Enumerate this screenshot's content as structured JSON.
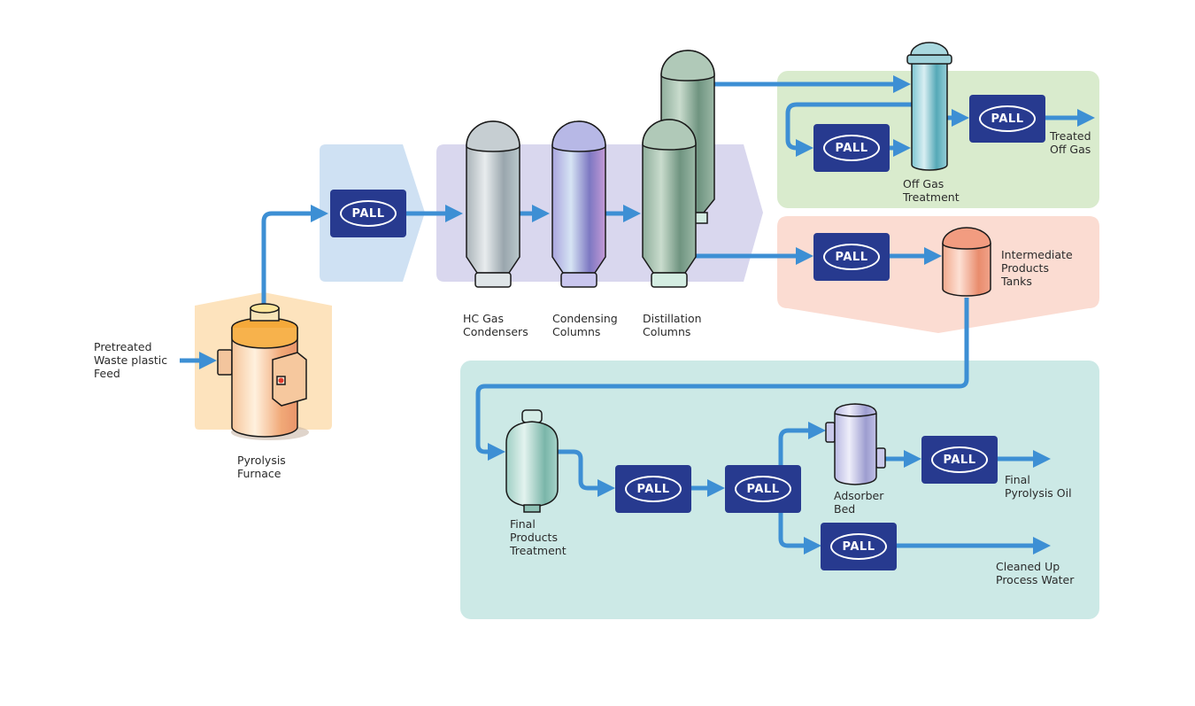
{
  "diagram": {
    "title": "Pall filtration in plastic pyrolysis process",
    "colors": {
      "flow_arrow": "#3d8fd4",
      "pall_box": "#273a8f",
      "zone_feed": "#fde3bd",
      "zone_filter": "#cfe1f3",
      "zone_columns": "#d9d7ee",
      "zone_offgas": "#d9ebcd",
      "zone_intermediate": "#fbdcd2",
      "zone_final": "#cce9e6"
    },
    "pall_label": "PALL",
    "labels": {
      "feed": "Pretreated\nWaste plastic\nFeed",
      "furnace": "Pyrolysis\nFurnace",
      "hc_gas": "HC Gas\nCondensers",
      "condensing": "Condensing\nColumns",
      "distillation": "Distillation\nColumns",
      "off_gas_treatment": "Off Gas\nTreatment",
      "treated_off_gas": "Treated\nOff Gas",
      "intermediate": "Intermediate\nProducts\nTanks",
      "final_products": "Final\nProducts\nTreatment",
      "adsorber": "Adsorber\nBed",
      "final_oil": "Final\nPyrolysis Oil",
      "process_water": "Cleaned Up\nProcess Water"
    }
  }
}
